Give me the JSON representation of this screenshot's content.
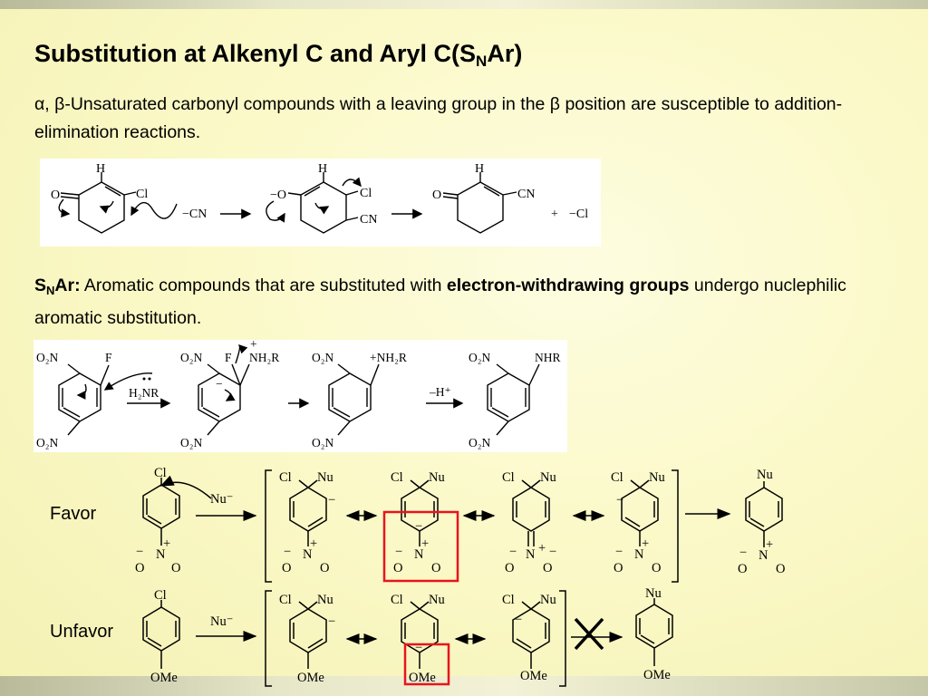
{
  "title": {
    "main": "Substitution at Alkenyl C and Aryl C(S",
    "sub": "N",
    "tail": "Ar)"
  },
  "para1": "α, β-Unsaturated carbonyl compounds with a leaving group in the β position are susceptible to addition-elimination reactions.",
  "para2": {
    "lead_main": "S",
    "lead_sub": "N",
    "lead_tail": "Ar:",
    "text_a": " Aromatic compounds that are substituted with ",
    "bold": "electron-withdrawing groups",
    "text_b": " undergo nuclephilic aromatic substitution."
  },
  "scheme1": {
    "H": "H",
    "O": "O",
    "Cl": "Cl",
    "CN": "CN",
    "minus_CN": "−CN",
    "minus_O": "−O",
    "plus": "+",
    "minus_Cl": "−Cl"
  },
  "scheme2": {
    "O2N": "O₂N",
    "F": "F",
    "H2NR": "H₂NR",
    "NH2R": "NH₂R",
    "plus_NH2R": "+NH₂R",
    "NHR": "NHR",
    "minus_H": "–H⁺",
    "plus": "+",
    "minus": "−"
  },
  "scheme3": {
    "favor": "Favor",
    "unfavor": "Unfavor",
    "Cl": "Cl",
    "Nu": "Nu",
    "Nu_minus": "Nu⁻",
    "N": "N",
    "O": "O",
    "plus": "+",
    "minus": "−",
    "OMe": "OMe"
  },
  "colors": {
    "highlight": "#e8141e",
    "background": "#fbf9c8"
  }
}
